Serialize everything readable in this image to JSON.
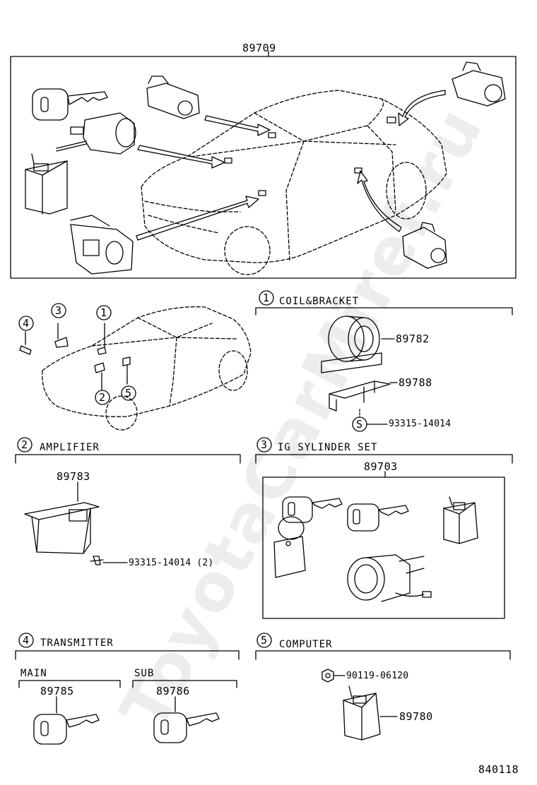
{
  "diagram": {
    "assembly_part": "89709",
    "figure_number": "840118",
    "watermark": "ToyotaCarMiref.ru",
    "callout_markers": [
      "1",
      "2",
      "3",
      "4",
      "5"
    ],
    "sections": {
      "coil_bracket": {
        "number": "1",
        "title": "COIL&BRACKET",
        "parts": [
          "89782",
          "89788"
        ],
        "screw_symbol": "S",
        "screw_part": "93315-14014"
      },
      "amplifier": {
        "number": "2",
        "title": "AMPLIFIER",
        "parts": [
          "89783"
        ],
        "screw_part": "93315-14014 (2)"
      },
      "ig_sylinder_set": {
        "number": "3",
        "title": "IG SYLINDER SET",
        "parts": [
          "89703"
        ]
      },
      "transmitter": {
        "number": "4",
        "title": "TRANSMITTER",
        "main_label": "MAIN",
        "main_part": "89785",
        "sub_label": "SUB",
        "sub_part": "89786"
      },
      "computer": {
        "number": "5",
        "title": "COMPUTER",
        "nut_part": "90119-06120",
        "parts": [
          "89780"
        ]
      }
    }
  }
}
